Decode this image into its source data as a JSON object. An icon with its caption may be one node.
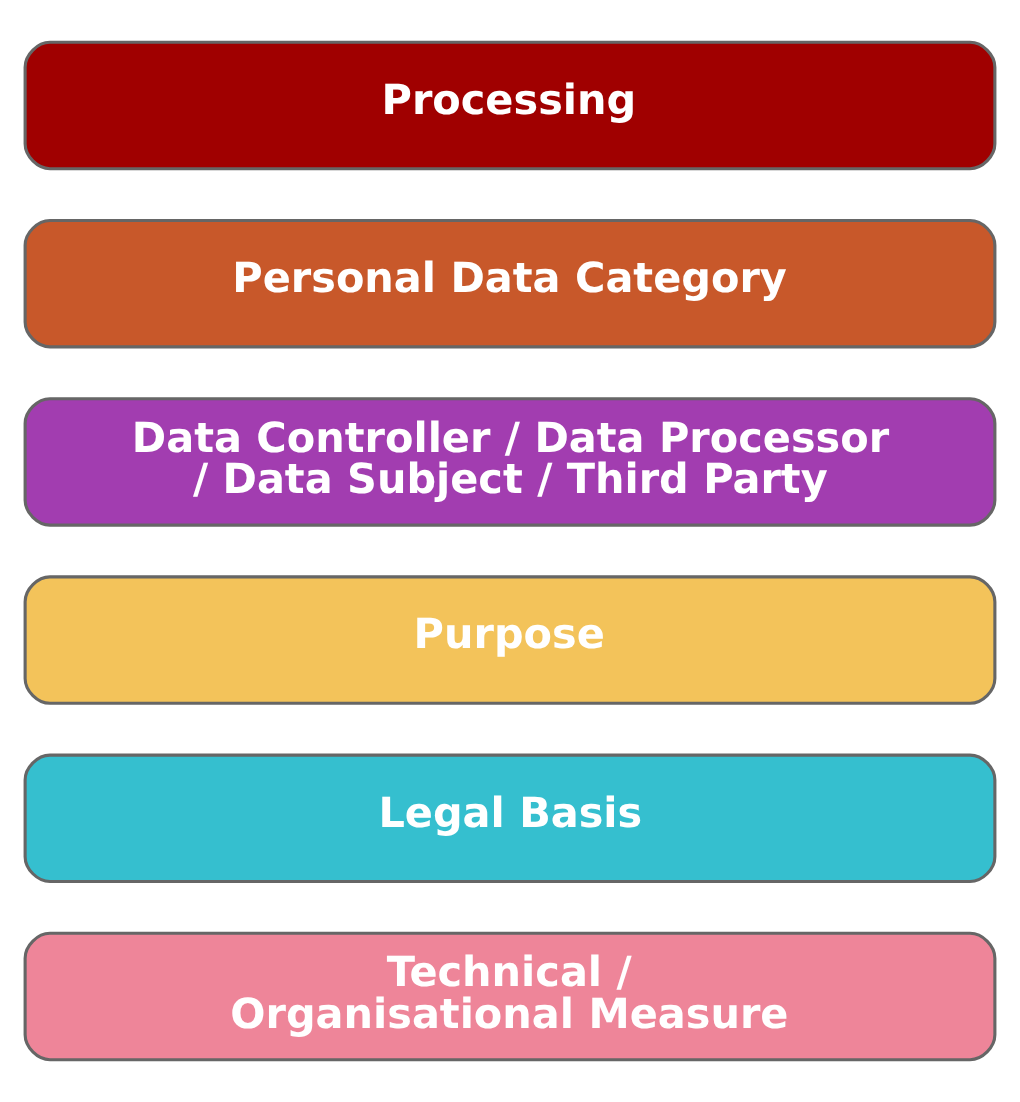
{
  "diagram": {
    "nodes": [
      {
        "text": [
          "Processing"
        ]
      },
      {
        "text": [
          "Personal Data Category"
        ]
      },
      {
        "text": [
          "Data Controller / Data Processor / Data Subject / Third Party"
        ]
      },
      {
        "text": [
          "Purpose"
        ]
      },
      {
        "text": [
          "Legal Basis"
        ]
      },
      {
        "text": [
          "Technical / Organisational Measure"
        ]
      }
    ]
  }
}
